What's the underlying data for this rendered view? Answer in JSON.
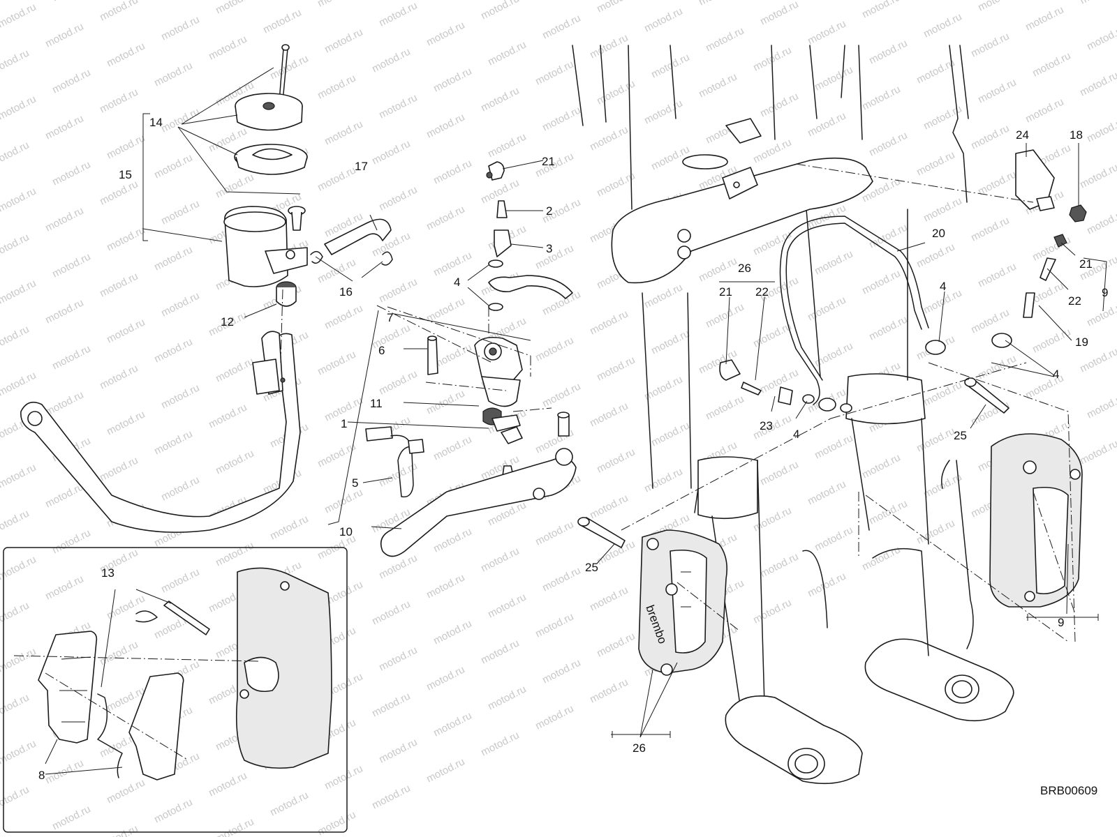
{
  "diagram": {
    "code": "BRB00609",
    "watermark": "motod.ru",
    "callouts": {
      "c1": "1",
      "c2": "2",
      "c3": "3",
      "c4a": "4",
      "c4b": "4",
      "c4c": "4",
      "c4d": "4",
      "c5": "5",
      "c6": "6",
      "c7": "7",
      "c8": "8",
      "c9a": "9",
      "c9b": "9",
      "c10": "10",
      "c11": "11",
      "c12": "12",
      "c13": "13",
      "c14": "14",
      "c15": "15",
      "c16": "16",
      "c17": "17",
      "c18": "18",
      "c19": "19",
      "c20": "20",
      "c21a": "21",
      "c21b": "21",
      "c21c": "21",
      "c22a": "22",
      "c22b": "22",
      "c23": "23",
      "c24": "24",
      "c25a": "25",
      "c25b": "25",
      "c26a": "26",
      "c26b": "26"
    },
    "caliper_logo": "brembo"
  }
}
